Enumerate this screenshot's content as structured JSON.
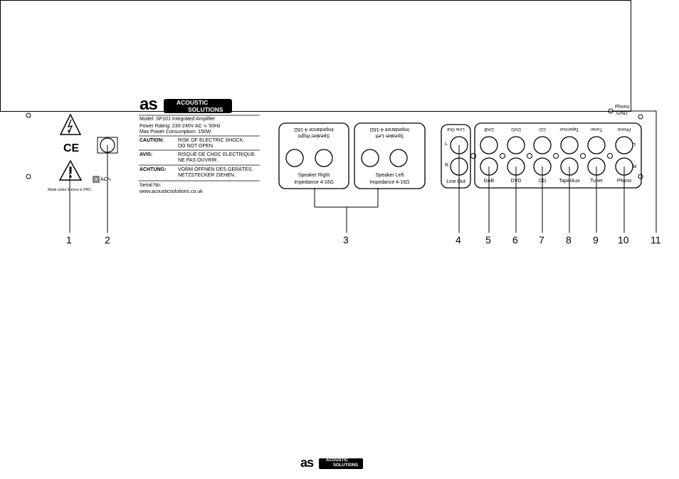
{
  "brand": {
    "line1": "ACOUSTIC",
    "line2": "SOLUTIONS",
    "mark": "as"
  },
  "label": {
    "model": "Model: SP101 Integrated Amplifier",
    "power_rating": "Power Rating: 230-240V AC ∿ 50Hz",
    "max_power": "Max Power Consumption: 150W",
    "caution_key": "CAUTION:",
    "caution_1": "RISK OF ELECTRIC SHOCK.",
    "caution_2": "DO NOT OPEN.",
    "avis_key": "AVIS:",
    "avis_1": "RISQUE DE CHOC ELECTRIQUE.",
    "avis_2": "NE PAS OUVRIR.",
    "achtung_key": "ACHTUNG:",
    "achtung_1": "VORM ÖFFNEN DES GERÄTES.",
    "achtung_2": "NETZSTECKER ZIEHEN.",
    "serial": "Serial No:",
    "url": "www.acousticsolutions.co.uk"
  },
  "left": {
    "ce": "CE",
    "made": "Made under licence in PRC",
    "ac": "AC∿"
  },
  "speakers": {
    "right_name": "Speaker Right",
    "right_imp": "Impedance 4-16Ω",
    "left_name": "Speaker Left",
    "left_imp": "Impedance 4-16Ω"
  },
  "lineout": {
    "label": "Line Out",
    "L": "L",
    "R": "R"
  },
  "inputs": [
    "DAB",
    "DVD",
    "CD",
    "Tape/Aux",
    "Tuner",
    "Phono"
  ],
  "phono_gnd": {
    "line1": "Phono",
    "line2": "GND"
  },
  "callouts": [
    "1",
    "2",
    "3",
    "4",
    "5",
    "6",
    "7",
    "8",
    "9",
    "10",
    "11"
  ]
}
